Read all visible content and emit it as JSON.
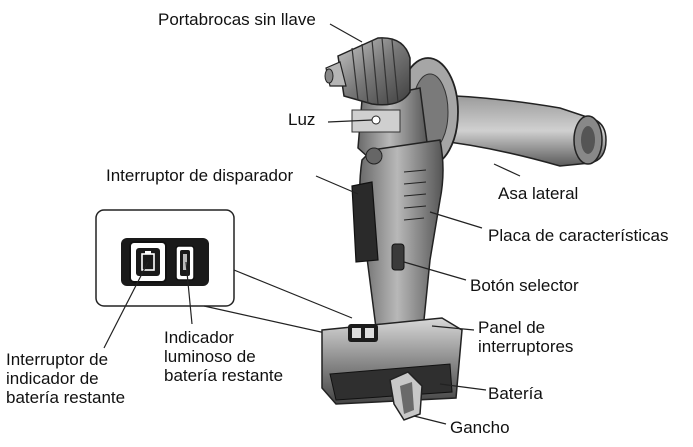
{
  "diagram": {
    "labels": {
      "chuck": "Portabrocas sin llave",
      "light": "Luz",
      "trigger": "Interruptor de disparador",
      "side_handle": "Asa lateral",
      "rating_plate": "Placa de características",
      "selector": "Botón selector",
      "switch_panel": [
        "Panel de",
        "interruptores"
      ],
      "battery": "Batería",
      "hook": "Gancho",
      "indicator_switch": [
        "Interruptor de",
        "indicador de",
        "batería restante"
      ],
      "indicator_lamp": [
        "Indicador",
        "luminoso de",
        "batería restante"
      ]
    }
  }
}
